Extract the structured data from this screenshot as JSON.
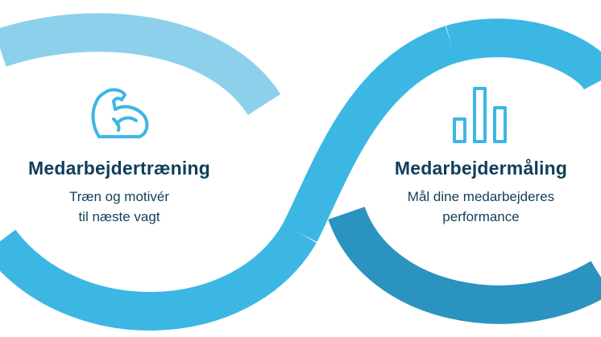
{
  "colors": {
    "light": "#8dd0ec",
    "mid": "#3cb7e4",
    "dark": "#2b93bf",
    "icon": "#3cb7e4",
    "text": "#0f3e5a"
  },
  "left": {
    "icon": "flexed-bicep-icon",
    "title": "Medarbejdertræning",
    "desc_line1": "Træn og motivér",
    "desc_line2": "til næste vagt"
  },
  "right": {
    "icon": "bar-chart-icon",
    "title": "Medarbejdermåling",
    "desc_line1": "Mål dine medarbejderes",
    "desc_line2": "performance"
  }
}
